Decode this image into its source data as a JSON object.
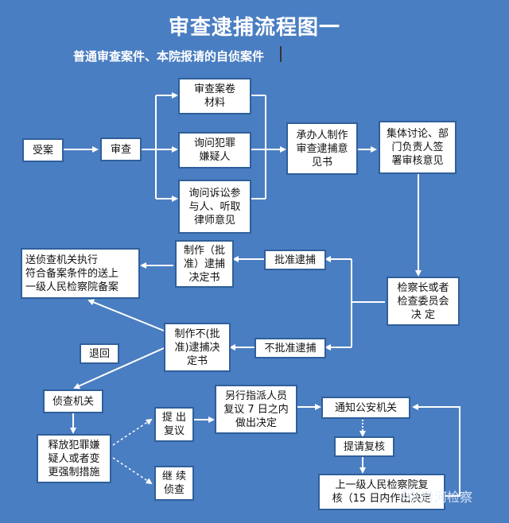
{
  "title": "审查逮捕流程图一",
  "subtitle": "普通审查案件、本院报请的自侦案件",
  "nodes": {
    "accept": "受案",
    "review": "审查",
    "review_files": "审查案卷\n材料",
    "interrogate": "询问犯罪\n嫌疑人",
    "ask_parties": "询问诉讼参\n与人、听取\n律师意见",
    "draft_opinion": "承办人制作\n审查逮捕意\n见书",
    "group_discuss": "集体讨论、部\n门负责人签\n署审核意见",
    "chief_decide": "检察长或者\n检查委员会\n决         定",
    "approve_label": "批准逮捕",
    "approve_doc": "制作（批\n准）逮捕\n决定书",
    "send_exec": "送侦查机关执行\n符合备案条件的送上\n一级人民检察院备案",
    "reject_label": "不批准逮捕",
    "reject_doc": "制作不(批\n准)逮捕决\n定书",
    "return": "退回",
    "police": "侦查机关",
    "release": "释放犯罪嫌\n疑人或者变\n更强制措施",
    "propose_review": "提  出\n复议",
    "continue_investigate": "继  续\n侦查",
    "reassign": "另行指派人员\n复议 7 日之内\n做出决定",
    "notify_police": "通知公安机关",
    "request_recheck": "提请复核",
    "upper_review": "上一级人民检察院复\n核（15 日内作出决定"
  },
  "watermark": "黔河检察",
  "colors": {
    "background": "#4a7ec2",
    "box_fill": "#ffffff",
    "box_border": "#2f5f9a",
    "line": "#ffffff"
  }
}
